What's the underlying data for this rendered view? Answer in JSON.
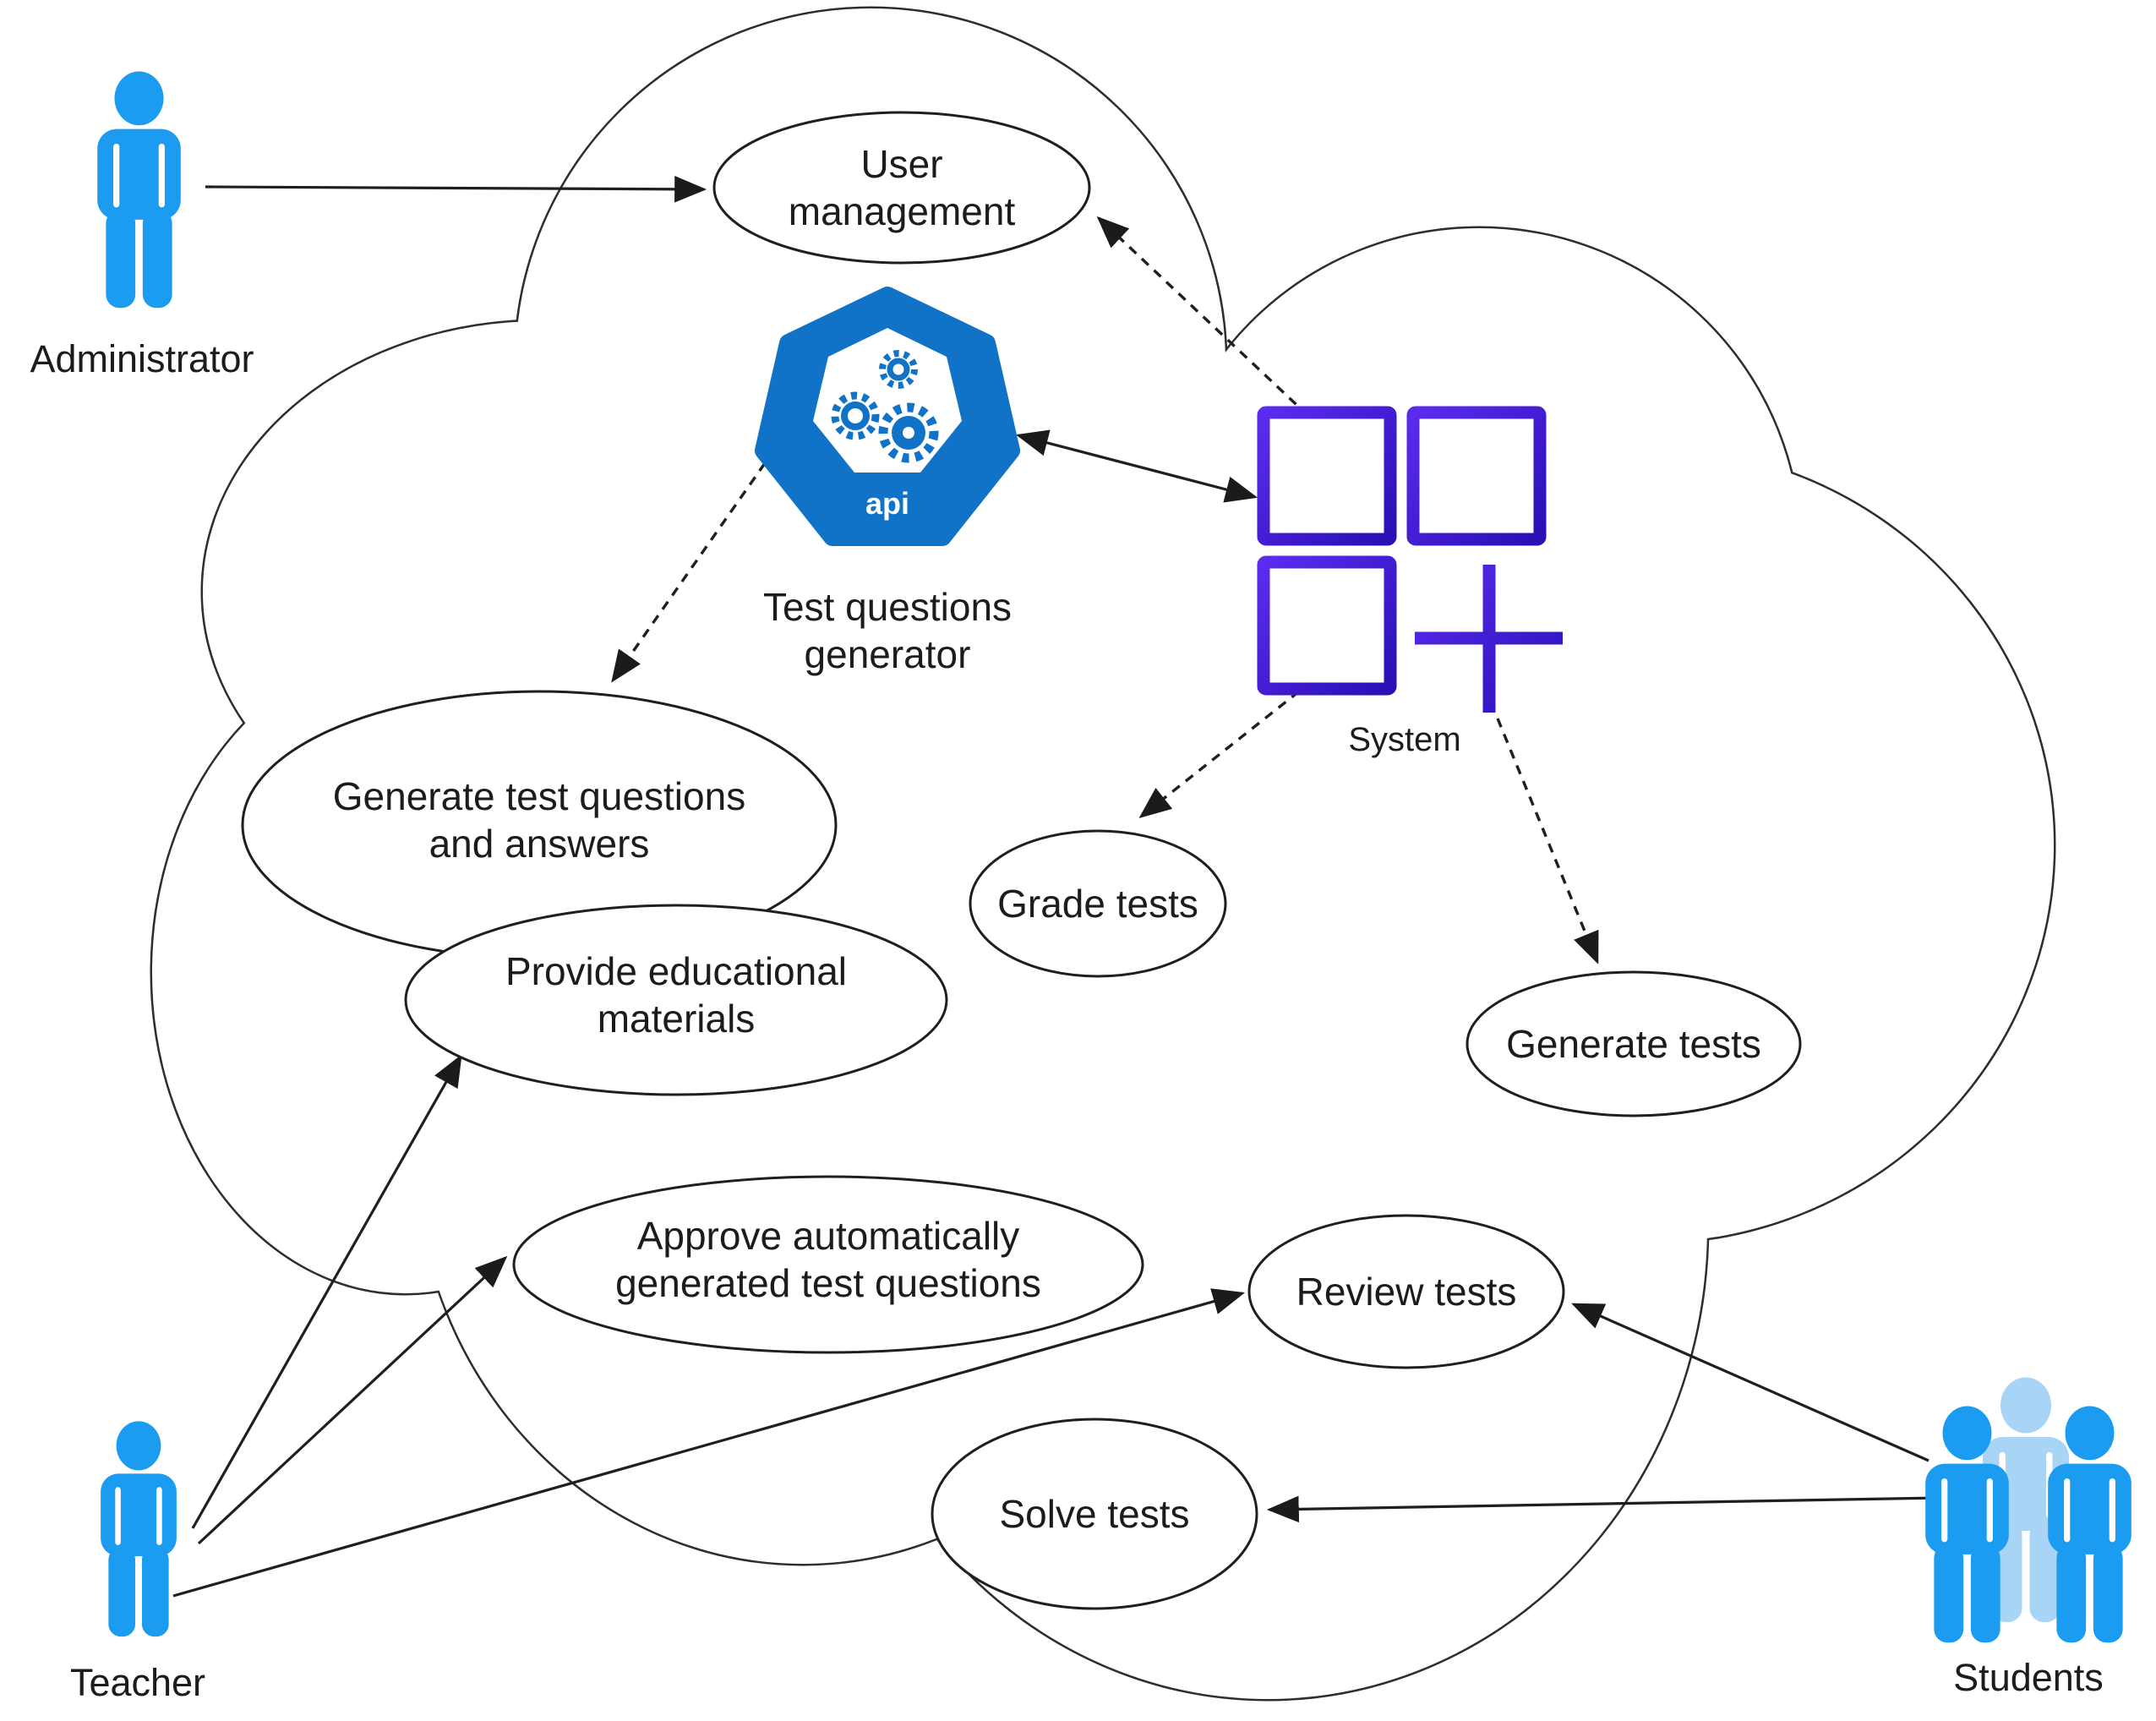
{
  "actors": {
    "administrator": {
      "label": "Administrator"
    },
    "teacher": {
      "label": "Teacher"
    },
    "students": {
      "label": "Students"
    }
  },
  "components": {
    "generator": {
      "label_line1": "Test questions",
      "label_line2": "generator",
      "icon_text": "api"
    },
    "system": {
      "label": "System"
    }
  },
  "usecases": {
    "user_management": {
      "line1": "User",
      "line2": "management"
    },
    "generate_qa": {
      "line1": "Generate test questions",
      "line2": "and answers"
    },
    "provide_materials": {
      "line1": "Provide educational",
      "line2": "materials"
    },
    "grade_tests": {
      "line1": "Grade tests"
    },
    "generate_tests": {
      "line1": "Generate tests"
    },
    "approve_questions": {
      "line1": "Approve automatically",
      "line2": "generated test questions"
    },
    "review_tests": {
      "line1": "Review tests"
    },
    "solve_tests": {
      "line1": "Solve tests"
    }
  },
  "colors": {
    "actor_blue": "#1B9CF0",
    "students_back_blue": "#A8D4F6",
    "api_blue": "#1173C8",
    "system_gradient_start": "#5B2CF0",
    "system_gradient_end": "#2A0FB5",
    "system_label_color": "#3D4E66",
    "line_color": "#1f1f1f"
  }
}
